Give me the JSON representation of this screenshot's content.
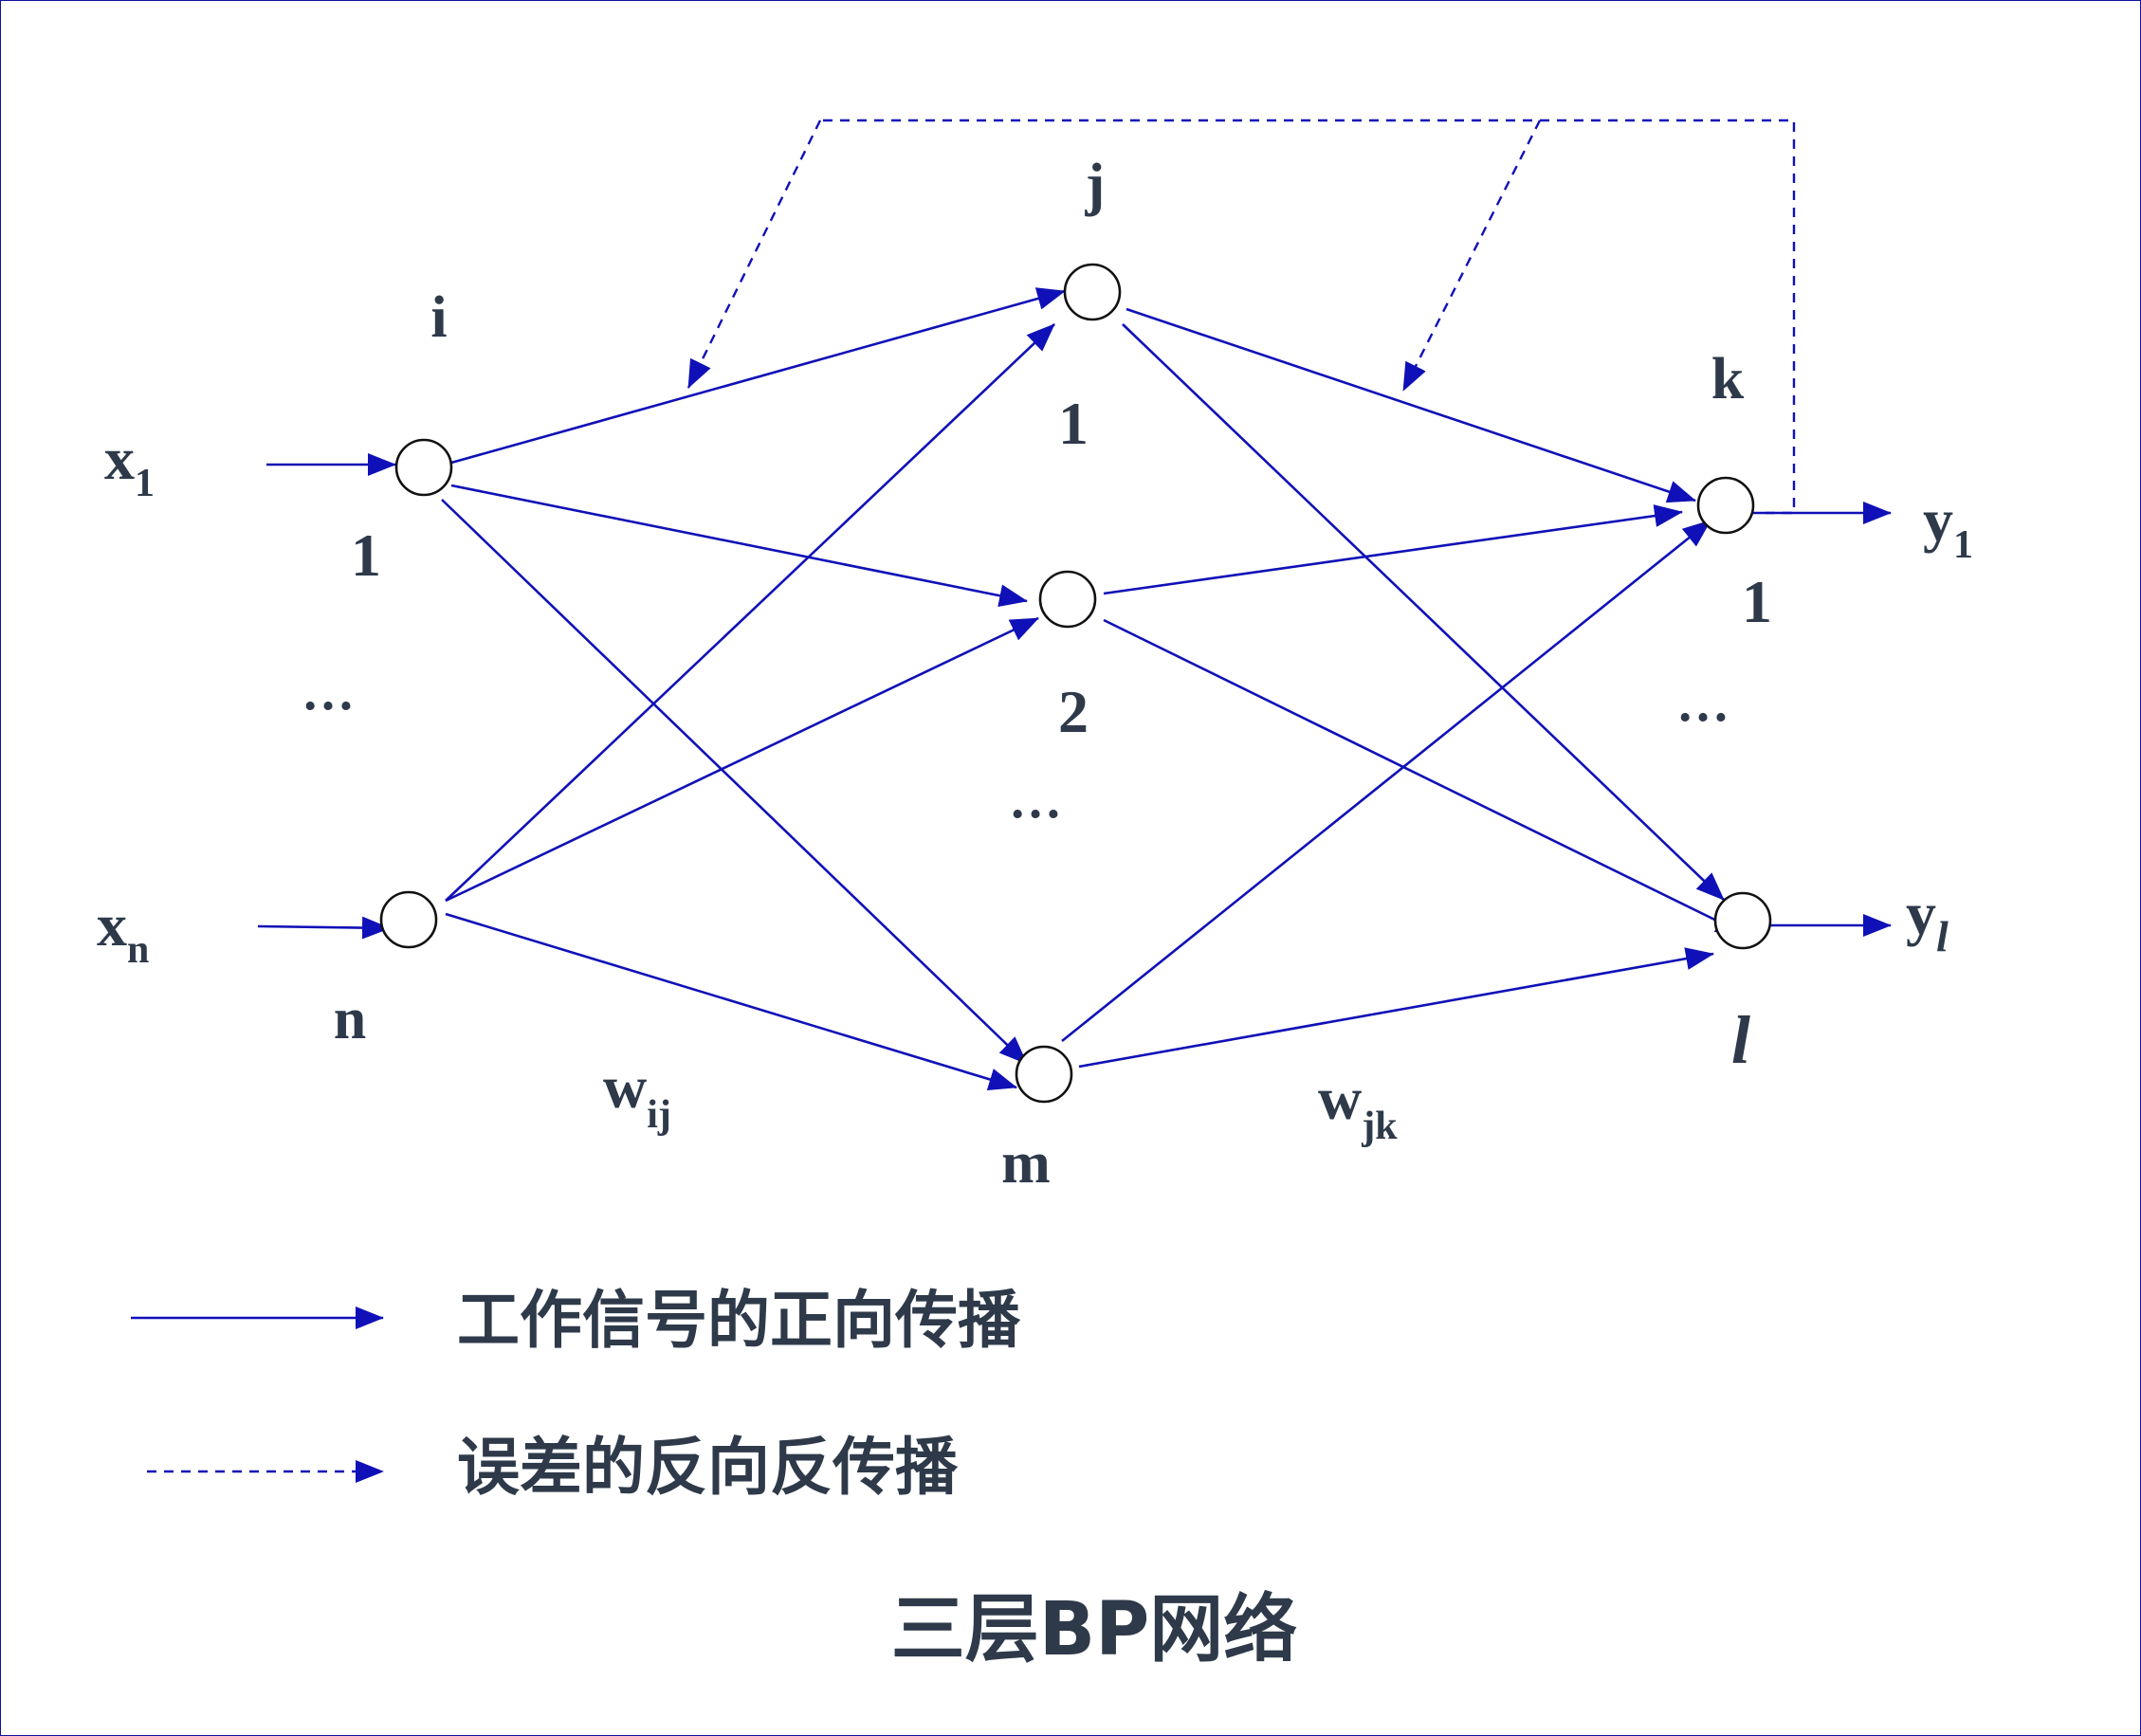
{
  "labels": {
    "layer_input": "i",
    "layer_hidden": "j",
    "layer_output": "k",
    "input_first": "1",
    "input_last": "n",
    "hidden_first": "1",
    "hidden_second": "2",
    "hidden_last": "m",
    "output_first": "1",
    "output_last": "l",
    "ellipsis": "…",
    "x1": {
      "base": "x",
      "sub": "1"
    },
    "xn": {
      "base": "x",
      "sub": "n"
    },
    "y1": {
      "base": "y",
      "sub": "1"
    },
    "yl": {
      "base": "y",
      "sub": "l"
    },
    "w_ij": {
      "base": "w",
      "sub": "ij"
    },
    "w_jk": {
      "base": "w",
      "sub": "jk"
    }
  },
  "legend": {
    "forward": "工作信号的正向传播",
    "backward": "误差的反向反传播"
  },
  "title": "三层BP网络",
  "colors": {
    "line": "#1010b8",
    "text": "#2e3a4a",
    "node": "#111111",
    "frame": "#1010a0"
  }
}
